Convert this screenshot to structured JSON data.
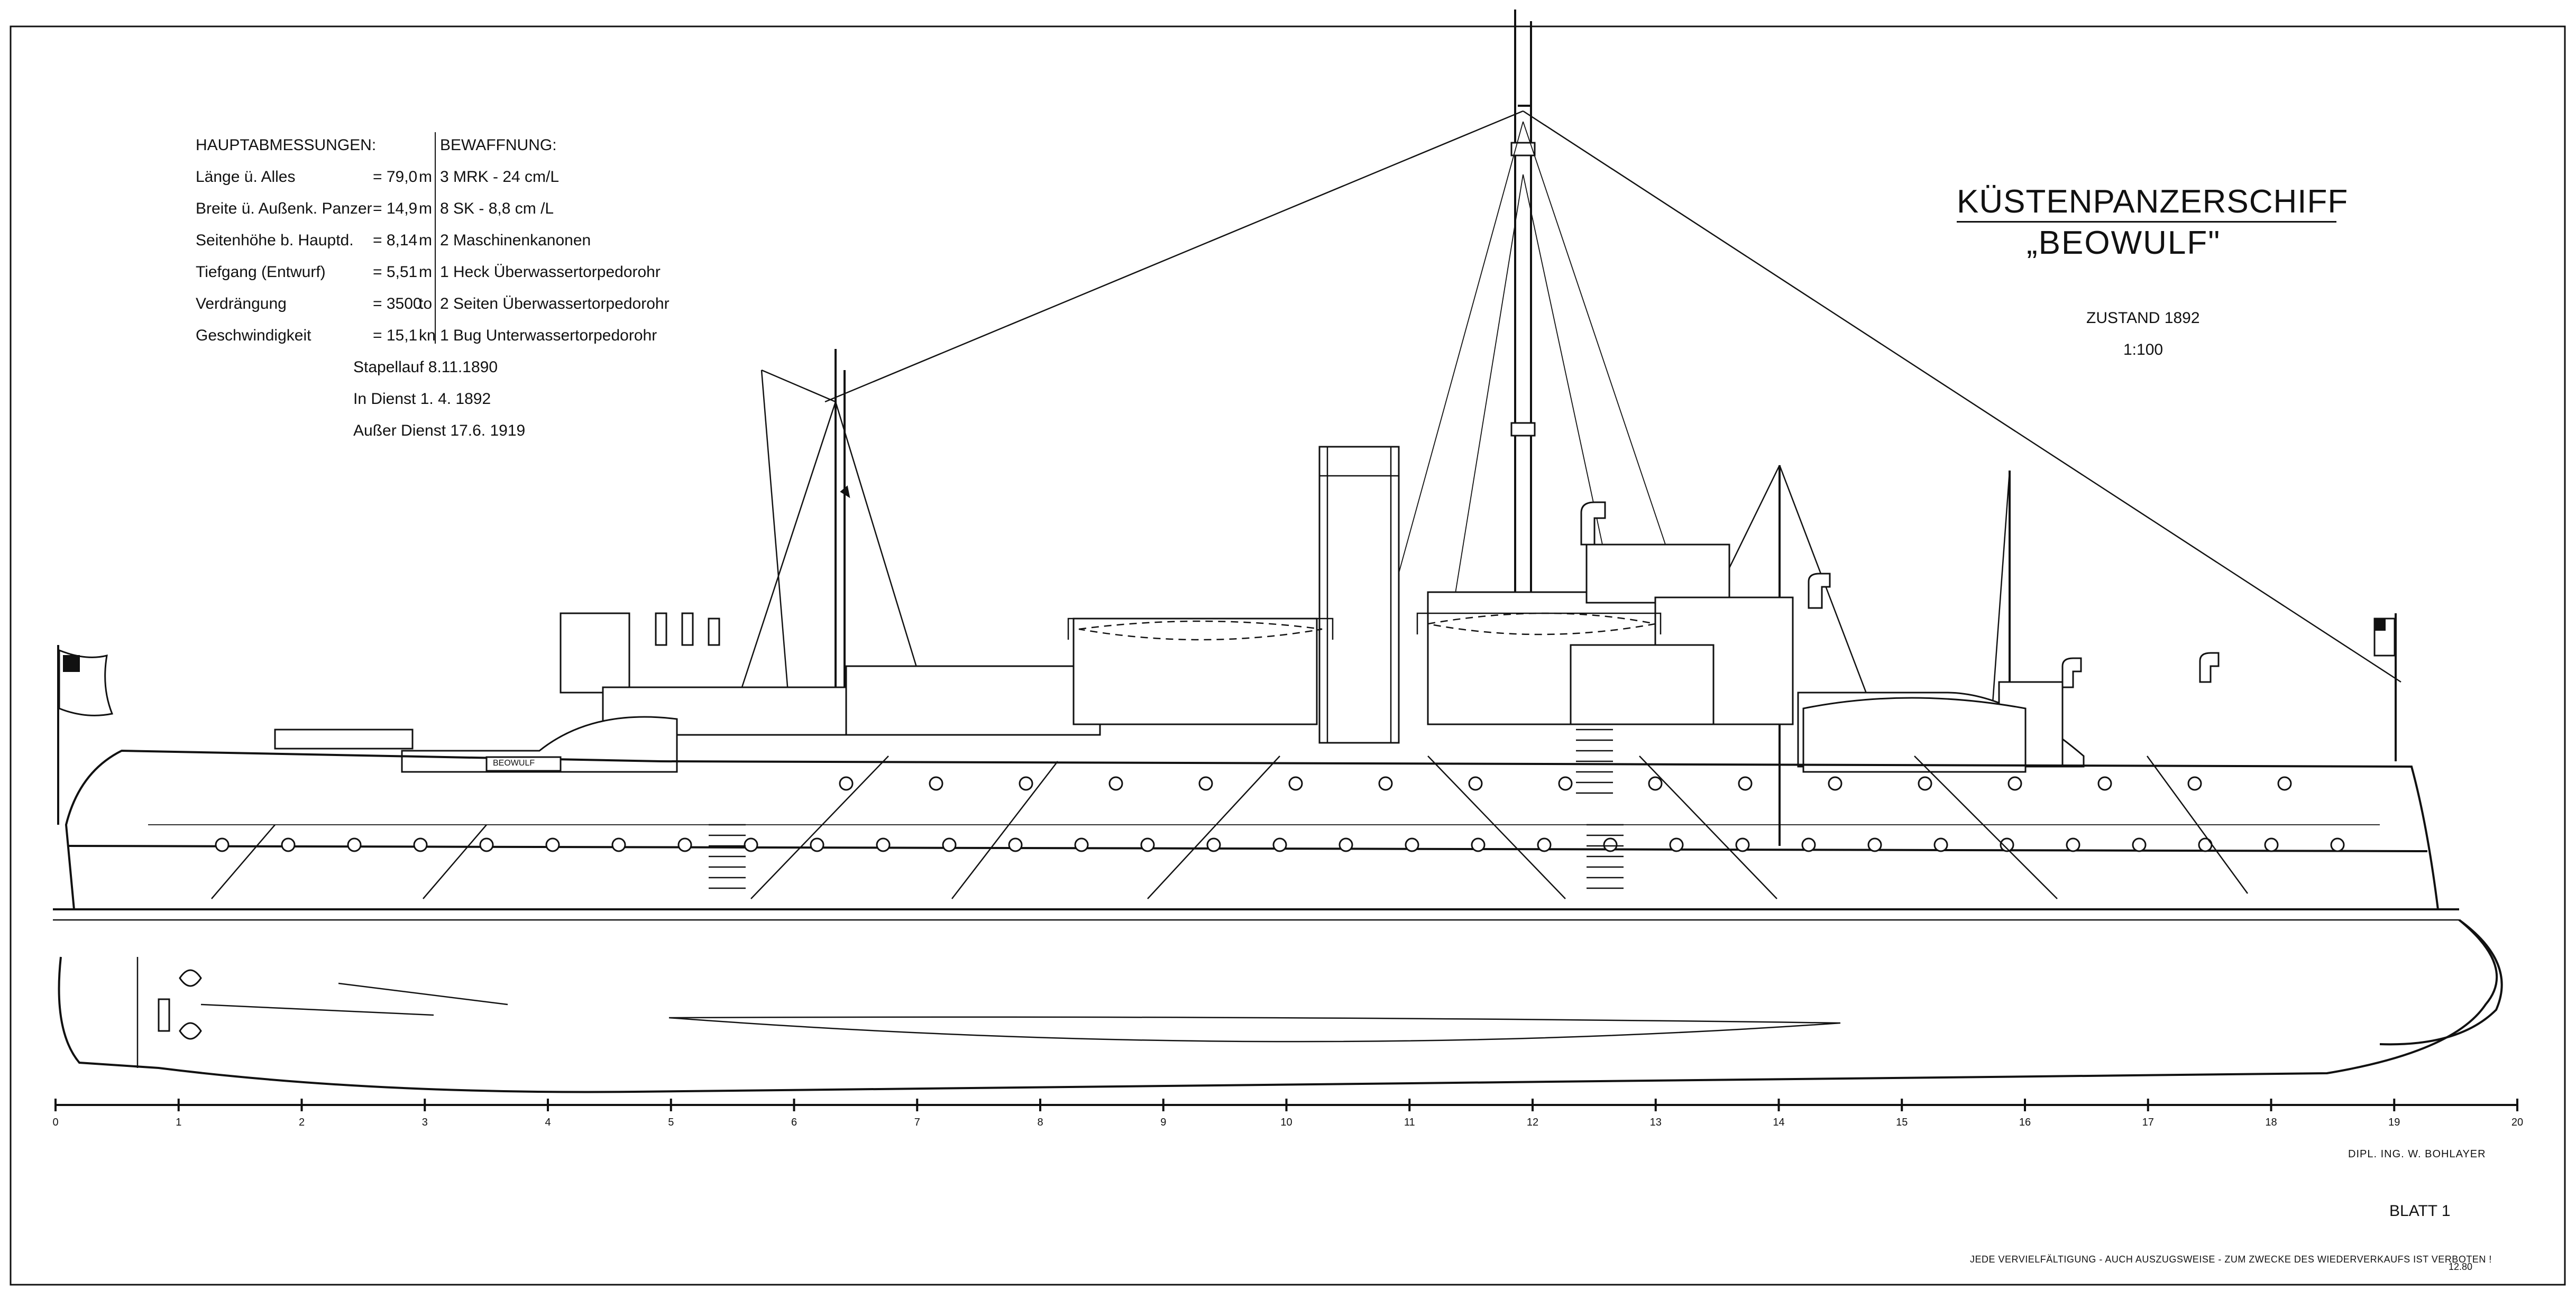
{
  "title": {
    "main": "KÜSTENPANZERSCHIFF",
    "sub": "„BEOWULF\"",
    "state": "ZUSTAND 1892",
    "scale": "1:100"
  },
  "dimensions": {
    "heading": "HAUPTABMESSUNGEN:",
    "rows": [
      {
        "name": "Länge ü. Alles",
        "value": "= 79,0",
        "unit": "m"
      },
      {
        "name": "Breite ü. Außenk. Panzer",
        "value": "= 14,9",
        "unit": "m"
      },
      {
        "name": "Seitenhöhe b. Hauptd.",
        "value": "= 8,14",
        "unit": "m"
      },
      {
        "name": "Tiefgang (Entwurf)",
        "value": "= 5,51",
        "unit": "m"
      },
      {
        "name": "Verdrängung",
        "value": "= 3500",
        "unit": "to"
      },
      {
        "name": "Geschwindigkeit",
        "value": "= 15,1",
        "unit": "kn"
      }
    ],
    "dates": [
      "Stapellauf 8.11.1890",
      "In Dienst  1. 4. 1892",
      "Außer Dienst 17.6. 1919"
    ]
  },
  "armament": {
    "heading": "BEWAFFNUNG:",
    "rows": [
      "3 MRK - 24 cm/L",
      "8 SK - 8,8 cm /L",
      "2 Maschinenkanonen",
      "1 Heck Überwassertorpedorohr",
      "2 Seiten Überwassertorpedorohr",
      "1 Bug Unterwassertorpedorohr"
    ]
  },
  "hull_marking": "BEOWULF",
  "scale_ticks": [
    "0",
    "1",
    "2",
    "3",
    "4",
    "5",
    "6",
    "7",
    "8",
    "9",
    "10",
    "11",
    "12",
    "13",
    "14",
    "15",
    "16",
    "17",
    "18",
    "19",
    "20"
  ],
  "footer": {
    "designer": "DIPL. ING. W. BOHLAYER",
    "sheet": "BLATT 1",
    "copyright": "JEDE VERVIELFÄLTIGUNG - AUCH AUSZUGSWEISE - ZUM ZWECKE DES WIEDERVERKAUFS IST VERBOTEN !",
    "code": "12.80"
  }
}
